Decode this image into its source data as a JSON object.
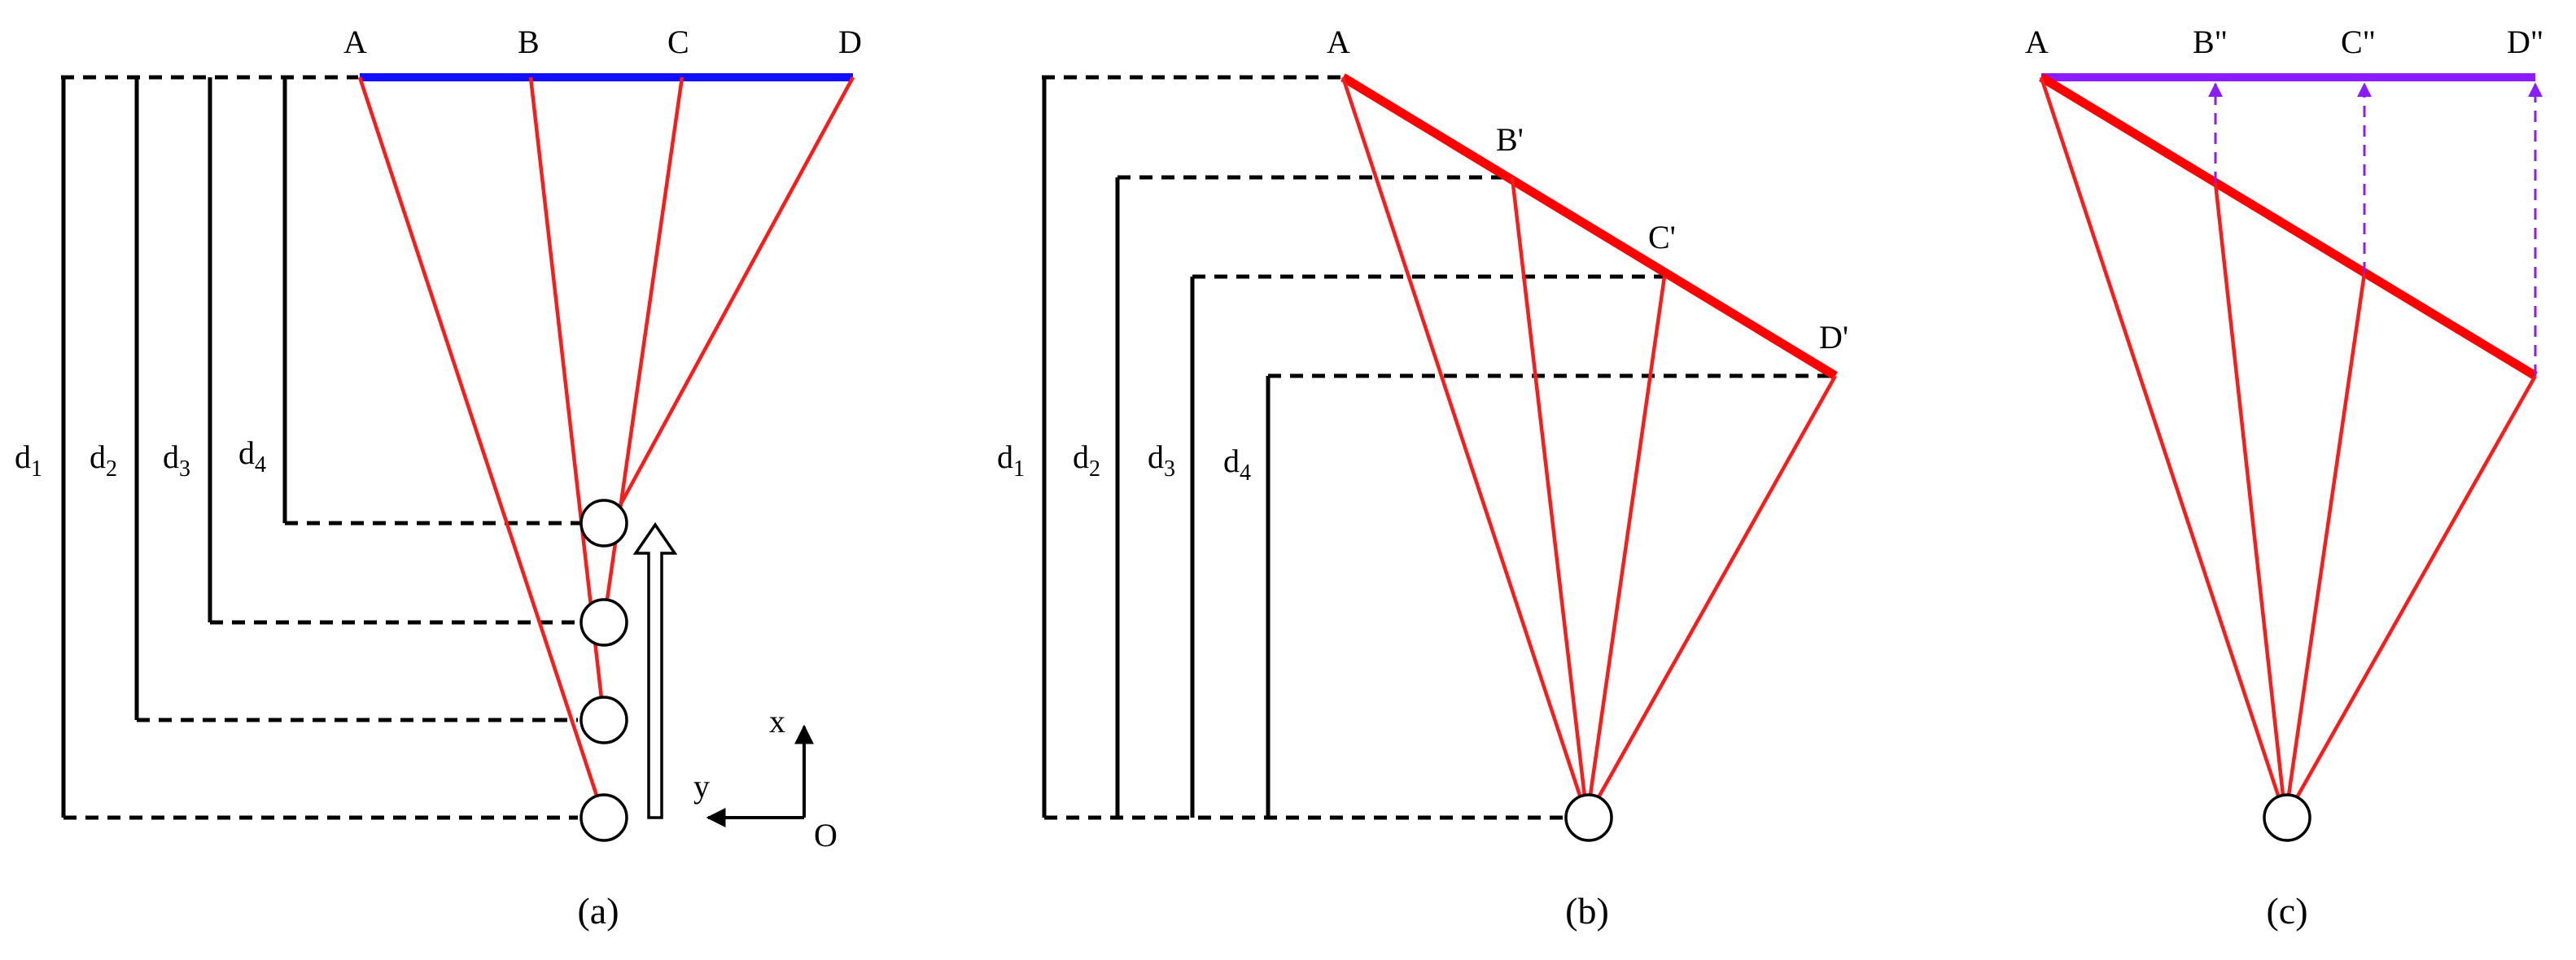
{
  "colors": {
    "true_surface": "#1010ff",
    "tilted_surface": "#ff0000",
    "ray": "#ff1a1a",
    "corrected_surface": "#8a1cff",
    "projection": "#8a1cff",
    "structure": "#000000"
  },
  "panel_a": {
    "caption": "(a)",
    "points": [
      "A",
      "B",
      "C",
      "D"
    ],
    "distances": [
      {
        "base": "d",
        "sub": "1"
      },
      {
        "base": "d",
        "sub": "2"
      },
      {
        "base": "d",
        "sub": "3"
      },
      {
        "base": "d",
        "sub": "4"
      }
    ],
    "axes": {
      "x": "x",
      "y": "y",
      "origin": "O"
    }
  },
  "panel_b": {
    "caption": "(b)",
    "points": [
      "A",
      "B'",
      "C'",
      "D'"
    ],
    "distances": [
      {
        "base": "d",
        "sub": "1"
      },
      {
        "base": "d",
        "sub": "2"
      },
      {
        "base": "d",
        "sub": "3"
      },
      {
        "base": "d",
        "sub": "4"
      }
    ]
  },
  "panel_c": {
    "caption": "(c)",
    "points": [
      "A",
      "B\"",
      "C\"",
      "D\""
    ]
  }
}
